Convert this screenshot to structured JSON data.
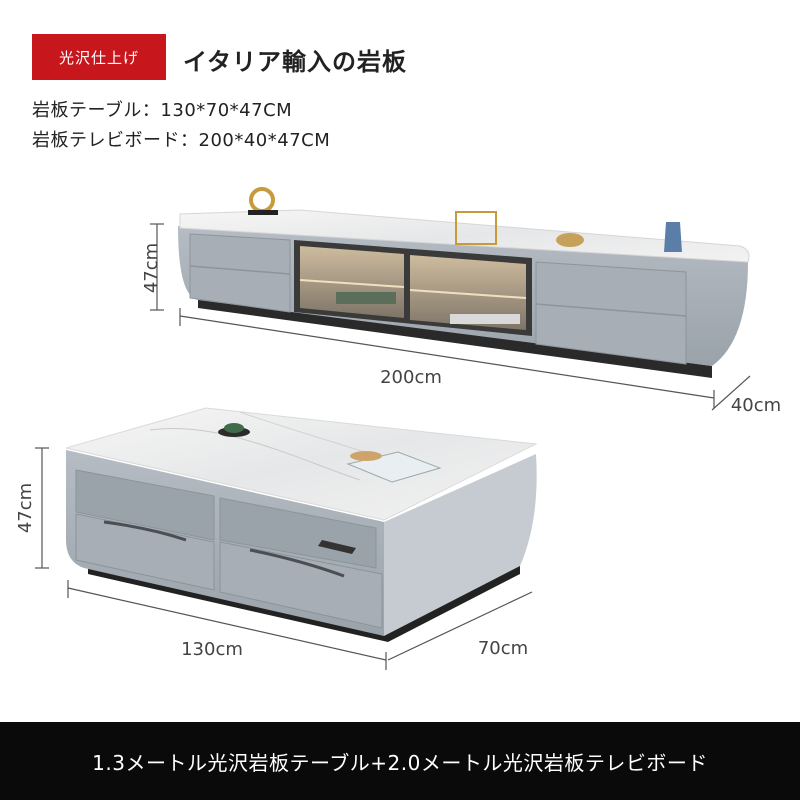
{
  "header": {
    "badge": "光沢仕上げ",
    "title": "イタリア輸入の岩板"
  },
  "specs": [
    "岩板テーブル：130*70*47CM",
    "岩板テレビボード：200*40*47CM"
  ],
  "tv_board_dims": {
    "height": "47cm",
    "width": "200cm",
    "depth": "40cm"
  },
  "table_dims": {
    "height": "47cm",
    "width": "130cm",
    "depth": "70cm"
  },
  "footer": {
    "caption": "1.3メートル光沢岩板テーブル+2.0メートル光沢岩板テレビボード"
  },
  "colors": {
    "badge": "#c8161d",
    "footer_bg": "#0a0a0a",
    "cabinet": "#a9b0b8",
    "slab": "#eeeeee"
  }
}
